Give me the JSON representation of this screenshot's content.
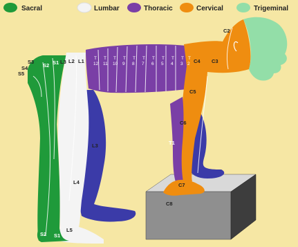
{
  "legend": [
    {
      "label": "Sacral",
      "color": "#1f9a3a"
    },
    {
      "label": "Lumbar",
      "color": "#f4f4f4"
    },
    {
      "label": "Thoracic",
      "color": "#7a3fa6"
    },
    {
      "label": "Cervical",
      "color": "#ef8d10"
    },
    {
      "label": "Trigeminal",
      "color": "#93dea8"
    }
  ],
  "labels": {
    "s3": "S3",
    "s4": "S4",
    "s5": "S5",
    "s2_back": "S2",
    "s1_back": "S1",
    "l3_back": "L3",
    "l2_back": "L2",
    "l1_back": "L1",
    "c2": "C2",
    "c3": "C3",
    "c4": "C4",
    "c5": "C5",
    "c6": "C6",
    "c7": "C7",
    "c8": "C8",
    "t1": "T1",
    "l3_leg": "L3",
    "l4_leg": "L4",
    "l5_leg": "L5",
    "s2_leg": "S2",
    "s1_leg": "S1"
  },
  "thoracic_levels": [
    "12",
    "11",
    "10",
    "9",
    "8",
    "7",
    "6",
    "5",
    "4",
    "3",
    "2"
  ],
  "thoracic_prefix": "T"
}
